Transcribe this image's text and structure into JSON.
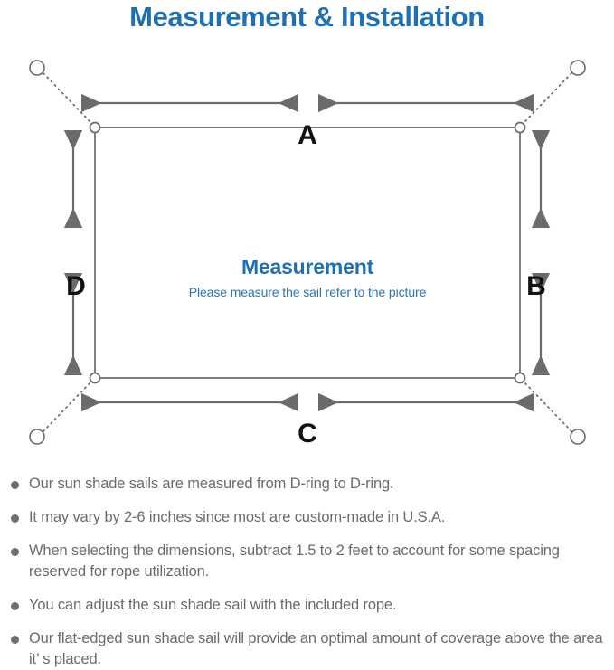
{
  "header": {
    "title": "Measurement & Installation",
    "title_color": "#1f6fb4"
  },
  "diagram": {
    "center_title": "Measurement",
    "center_subtitle": "Please measure the sail refer to the picture",
    "dimension_labels": {
      "top": "A",
      "right": "B",
      "bottom": "C",
      "left": "D"
    },
    "line_color": "#6b6b6b",
    "sail_edge_color": "#6b6b6b",
    "anchor_count": 4,
    "dring_count": 4
  },
  "notes": {
    "bullet_color": "#6e6e6e",
    "text_color": "#6b6b6b",
    "items": [
      "Our sun shade sails are measured from D-ring to D-ring.",
      "It may vary by 2-6 inches since most are custom-made in U.S.A.",
      "When selecting the dimensions, subtract 1.5 to 2 feet to account for some spacing reserved for rope utilization.",
      "You can adjust the sun shade sail with the included rope.",
      "Our flat-edged sun shade sail will provide an optimal amount of coverage above the area it’ s placed."
    ]
  }
}
